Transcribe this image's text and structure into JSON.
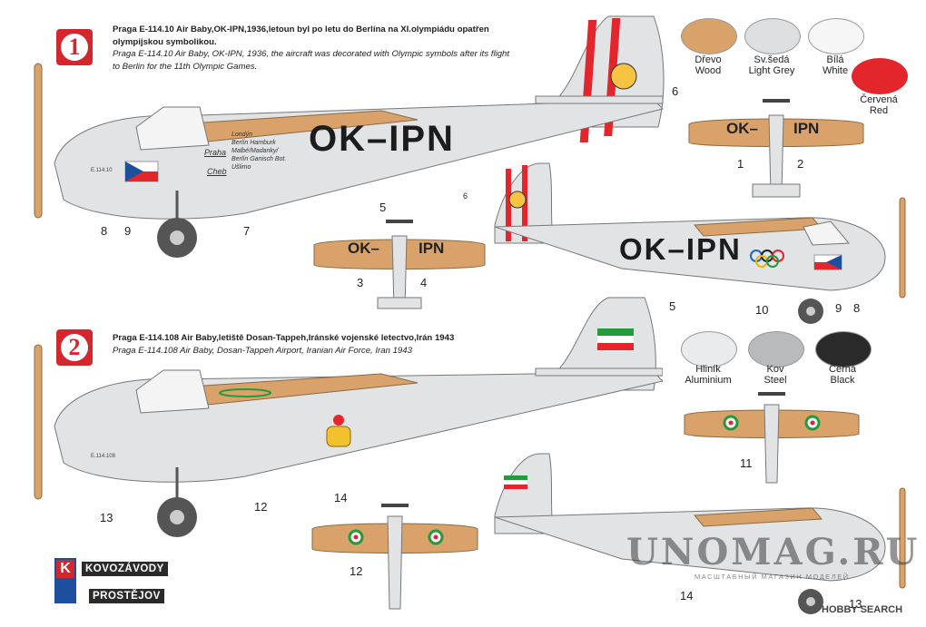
{
  "scheme1": {
    "badge": "1",
    "title_cz": "Praga E-114.10 Air Baby,OK-IPN,1936,letoun byl po letu do Berlína na XI.olympiádu opatřen olympijskou symbolikou.",
    "title_en": "Praga E-114.10 Air Baby, OK-IPN, 1936, the aircraft was decorated with Olympic symbols after its flight to Berlin for the 11th Olympic Games.",
    "registration": "OK–IPN",
    "wing_reg_left": "OK–",
    "wing_reg_right": "IPN",
    "serial": "E.114.10",
    "cities": [
      "Praha",
      "Cheb"
    ],
    "route_text": [
      "Londýn",
      "Berlín Hamburk",
      "Malbé/Madanky/",
      "Berlín Ganisch Bot.",
      "Ušlimo"
    ],
    "callouts": [
      "1",
      "2",
      "3",
      "4",
      "5",
      "5",
      "6",
      "6",
      "7",
      "8",
      "8",
      "9",
      "9",
      "10"
    ]
  },
  "scheme2": {
    "badge": "2",
    "title_cz": "Praga E-114.108 Air Baby,letiště Dosan-Tappeh,Iránské vojenské letectvo,Irán 1943",
    "title_en": "Praga E-114.108 Air Baby, Dosan-Tappeh Airport, Iranian Air Force, Iran 1943",
    "serial": "E.114.108",
    "callouts": [
      "11",
      "12",
      "12",
      "13",
      "13",
      "14",
      "14"
    ]
  },
  "palette1": [
    {
      "cz": "Dřevo",
      "en": "Wood",
      "color": "#d9a26b"
    },
    {
      "cz": "Sv.šedá",
      "en": "Light Grey",
      "color": "#dedfe1"
    },
    {
      "cz": "Bílá",
      "en": "White",
      "color": "#f6f6f6"
    },
    {
      "cz": "Červená",
      "en": "Red",
      "color": "#e3262b"
    }
  ],
  "palette2": [
    {
      "cz": "Hliník",
      "en": "Aluminium",
      "color": "#e9ebec"
    },
    {
      "cz": "Kov",
      "en": "Steel",
      "color": "#b9babc"
    },
    {
      "cz": "Černá",
      "en": "Black",
      "color": "#2a2a2a"
    }
  ],
  "logo": {
    "line1": "KOVOZÁVODY",
    "line2": "PROSTĚJOV",
    "letter": "K"
  },
  "watermark": {
    "main": "UNOMAG.RU",
    "sub": "МАСШТАБНЫЙ МАГАЗИН МОДЕЛЕЙ"
  },
  "footer": {
    "hobby": "HOBBY SEARCH"
  },
  "colors": {
    "fuselage": "#e2e3e5",
    "wood": "#d9a26b",
    "red": "#e3262b",
    "accent": "#d4262c"
  }
}
